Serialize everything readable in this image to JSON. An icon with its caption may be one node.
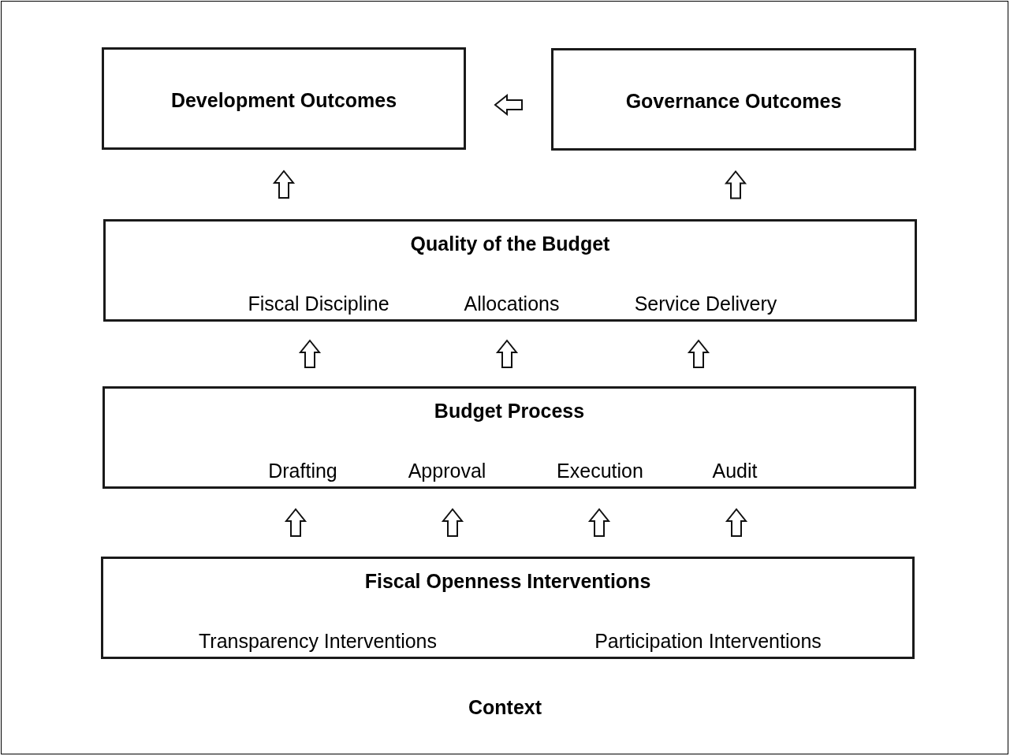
{
  "diagram": {
    "nodes": [
      {
        "text": [
          "Development Outcomes"
        ]
      },
      {
        "text": [
          "Governance Outcomes"
        ]
      },
      {
        "text": [
          "Quality of the Budget",
          "Fiscal Discipline",
          "Allocations",
          "Service Delivery"
        ]
      },
      {
        "text": [
          "Budget Process",
          "Drafting",
          "Approval",
          "Execution",
          "Audit"
        ]
      },
      {
        "text": [
          "Fiscal Openness Interventions",
          "Transparency Interventions",
          "Participation Interventions"
        ]
      }
    ],
    "edges": [
      {
        "from": 1,
        "to": 0,
        "arrow": "to"
      },
      {
        "from": 2,
        "to": 0,
        "arrow": "to"
      },
      {
        "from": 2,
        "to": 1,
        "arrow": "to"
      },
      {
        "from": 3,
        "to": 2,
        "arrow": "to"
      },
      {
        "from": 3,
        "to": 2,
        "arrow": "to"
      },
      {
        "from": 3,
        "to": 2,
        "arrow": "to"
      },
      {
        "from": 4,
        "to": 3,
        "arrow": "to"
      },
      {
        "from": 4,
        "to": 3,
        "arrow": "to"
      },
      {
        "from": 4,
        "to": 3,
        "arrow": "to"
      },
      {
        "from": 4,
        "to": 3,
        "arrow": "to"
      }
    ],
    "labels": [
      "Context"
    ]
  }
}
